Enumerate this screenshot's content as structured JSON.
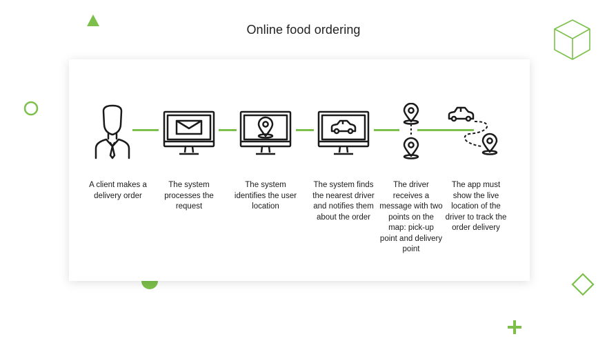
{
  "title": "Online food ordering",
  "accent_color": "#7cc04b",
  "decorations": [
    "triangle-icon",
    "circle-icon",
    "cube-icon",
    "diamond-icon",
    "plus-icon",
    "half-circle-icon"
  ],
  "steps": [
    {
      "icon": "person-with-tie-icon",
      "caption": "A client makes a delivery order"
    },
    {
      "icon": "monitor-envelope-icon",
      "caption": "The system processes the request"
    },
    {
      "icon": "monitor-location-pin-icon",
      "caption": "The system identifies the user location"
    },
    {
      "icon": "monitor-car-icon",
      "caption": "The system finds the nearest driver and notifies them about the order"
    },
    {
      "icon": "two-location-pins-icon",
      "caption": "The driver receives a message with two points on the map: pick-up point and delivery point"
    },
    {
      "icon": "car-route-to-pin-icon",
      "caption": "The app must show the live location of the driver to track the order delivery"
    }
  ]
}
